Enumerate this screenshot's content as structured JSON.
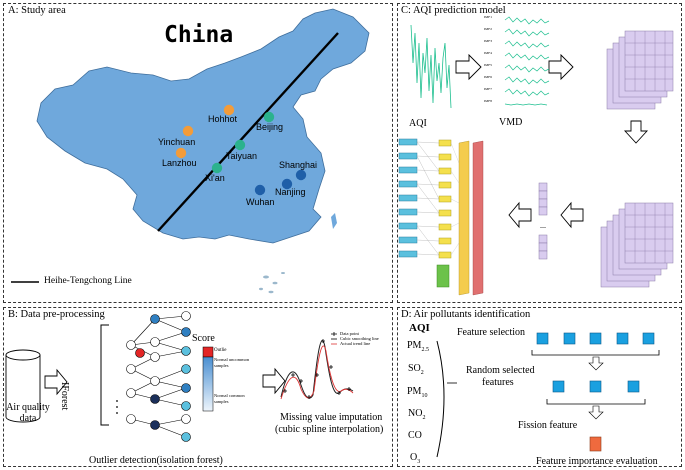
{
  "panels": {
    "a": {
      "title": "A: Study area",
      "country": "China",
      "cities": [
        {
          "name": "Hohhot",
          "color": "#f39c3a"
        },
        {
          "name": "Beijing",
          "color": "#2bb28d"
        },
        {
          "name": "Yinchuan",
          "color": "#f39c3a"
        },
        {
          "name": "Taiyuan",
          "color": "#2bb28d"
        },
        {
          "name": "Lanzhou",
          "color": "#f39c3a"
        },
        {
          "name": "Xi'an",
          "color": "#2bb28d"
        },
        {
          "name": "Shanghai",
          "color": "#1f5fa8"
        },
        {
          "name": "Nanjing",
          "color": "#1f5fa8"
        },
        {
          "name": "Wuhan",
          "color": "#1f5fa8"
        }
      ],
      "legend": "Heihe-Tengchong Line"
    },
    "b": {
      "title": "B: Data pre-processing",
      "cylinder_label": "Air quality data",
      "iforest_label": "IForest",
      "score_label": "Score",
      "outlier_label": "Outlie",
      "uncommon_label": "Normal uncommon samples",
      "common_label": "Normal common samples",
      "detection_caption": "Outlier detection(isolation forest)",
      "legend": [
        "Data point",
        "Cubic smoothing line",
        "Actual trend line"
      ],
      "imputation_caption_1": "Missing value imputation",
      "imputation_caption_2": "(cubic spline interpolation)"
    },
    "c": {
      "title": "C: AQI prediction model",
      "aqi_label": "AQI",
      "vmd_label": "VMD",
      "imf_labels": [
        "IMF1",
        "IMF2",
        "IMF3",
        "IMF4",
        "IMF5",
        "IMF6",
        "IMF7",
        "IMF8"
      ],
      "dots": "..."
    },
    "d": {
      "title": "D: Air pollutants identification",
      "aqi_label": "AQI",
      "pollutants": [
        "PM2.5",
        "SO2",
        "PM10",
        "NO2",
        "CO",
        "O3"
      ],
      "pollutant_parts": [
        {
          "base": "PM",
          "sub": "2.5"
        },
        {
          "base": "SO",
          "sub": "2"
        },
        {
          "base": "PM",
          "sub": "10"
        },
        {
          "base": "NO",
          "sub": "2"
        },
        {
          "base": "CO",
          "sub": ""
        },
        {
          "base": "O",
          "sub": "3"
        }
      ],
      "feature_selection": "Feature selection",
      "random_selected_1": "Random selected",
      "random_selected_2": "features",
      "fission_feature": "Fission feature",
      "importance": "Feature importance evaluation"
    }
  }
}
